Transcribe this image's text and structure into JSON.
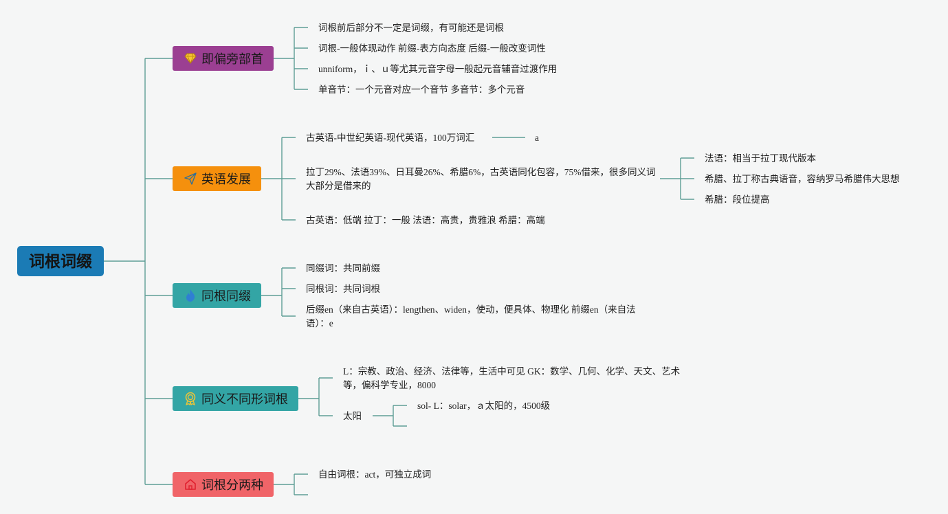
{
  "root": {
    "label": "词根词缀"
  },
  "branches": [
    {
      "label": "即偏旁部首",
      "color": "#9b3f92",
      "icon": "gem-icon",
      "items": [
        "词根前后部分不一定是词缀，有可能还是词根",
        "词根-一般体现动作 前缀-表方向态度 后缀-一般改变词性",
        "unniform，ｉ、ｕ等尤其元音字母一般起元音辅音过渡作用",
        "单音节：一个元音对应一个音节 多音节：多个元音"
      ]
    },
    {
      "label": "英语发展",
      "color": "#f5900d",
      "icon": "paper-plane-icon",
      "items": [
        "古英语-中世纪英语-现代英语，100万词汇",
        "拉丁29%、法语39%、日耳曼26%、希腊6%，古英语同化包容，75%借来，很多同义词大部分是借来的",
        "古英语：低端 拉丁：一般 法语：高贵，贵雅浪 希腊：高端"
      ],
      "sub_a": "a",
      "sub_items": [
        "法语：相当于拉丁现代版本",
        "希腊、拉丁称古典语音，容纳罗马希腊伟大思想",
        "希腊：段位提高"
      ]
    },
    {
      "label": "同根同缀",
      "color": "#33a5a5",
      "icon": "flame-icon",
      "items": [
        "同缀词：共同前缀",
        "同根词：共同词根",
        "后缀en（来自古英语）：lengthen、widen，使动，便具体、物理化 前缀en（来自法语）：e"
      ]
    },
    {
      "label": "同义不同形词根",
      "color": "#33a5a5",
      "icon": "award-icon",
      "items": [
        "L：宗教、政治、经济、法律等，生活中可见 GK：数学、几何、化学、天文、艺术等，偏科学专业，8000",
        "太阳"
      ],
      "sub_items": [
        "sol- L：solar，ａ太阳的，4500级"
      ]
    },
    {
      "label": "词根分两种",
      "color": "#f06468",
      "icon": "house-icon",
      "items": [
        "自由词根：act，可独立成词"
      ]
    }
  ],
  "colors": {
    "line": "#5e9d95",
    "root": "#1b7bb5"
  }
}
